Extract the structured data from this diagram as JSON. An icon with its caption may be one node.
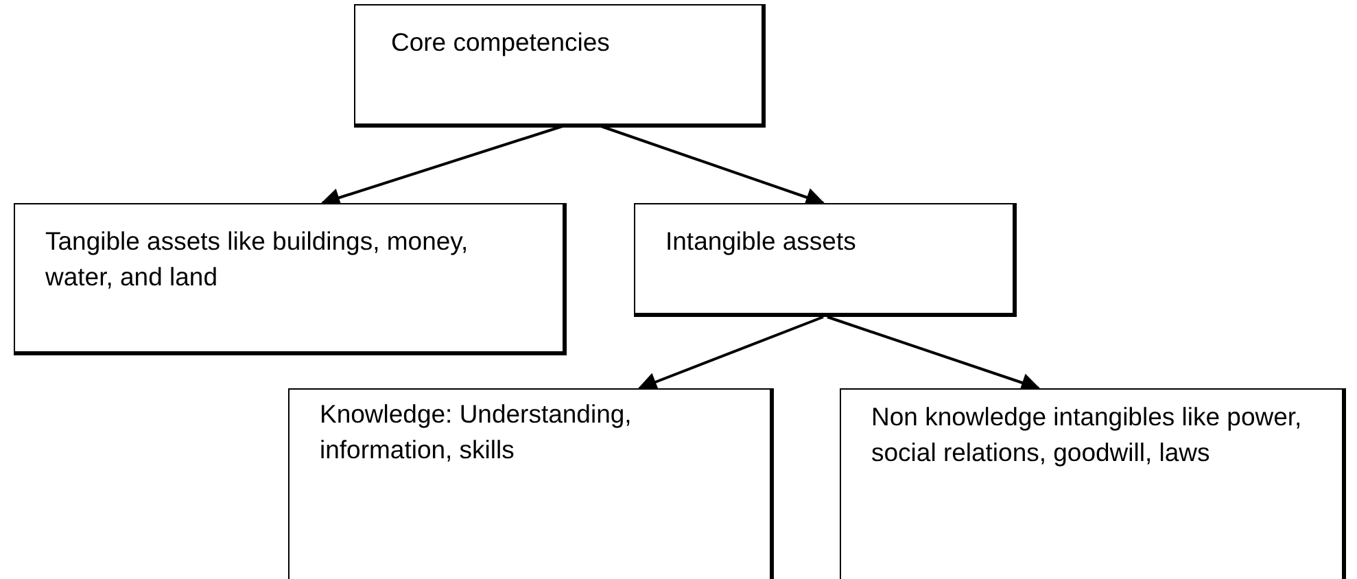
{
  "diagram": {
    "nodes": [
      {
        "text": [
          "Core competencies"
        ]
      },
      {
        "text": [
          "Tangible assets like buildings, money, water, and land"
        ]
      },
      {
        "text": [
          "Intangible assets"
        ]
      },
      {
        "text": [
          "Knowledge: Understanding, information, skills"
        ]
      },
      {
        "text": [
          "Non knowledge intangibles like power, social relations, goodwill, laws"
        ]
      }
    ],
    "edges": [
      {
        "from": 0,
        "to": 1,
        "arrow": "to"
      },
      {
        "from": 0,
        "to": 2,
        "arrow": "to"
      },
      {
        "from": 2,
        "to": 3,
        "arrow": "to"
      },
      {
        "from": 2,
        "to": 4,
        "arrow": "to"
      }
    ]
  }
}
